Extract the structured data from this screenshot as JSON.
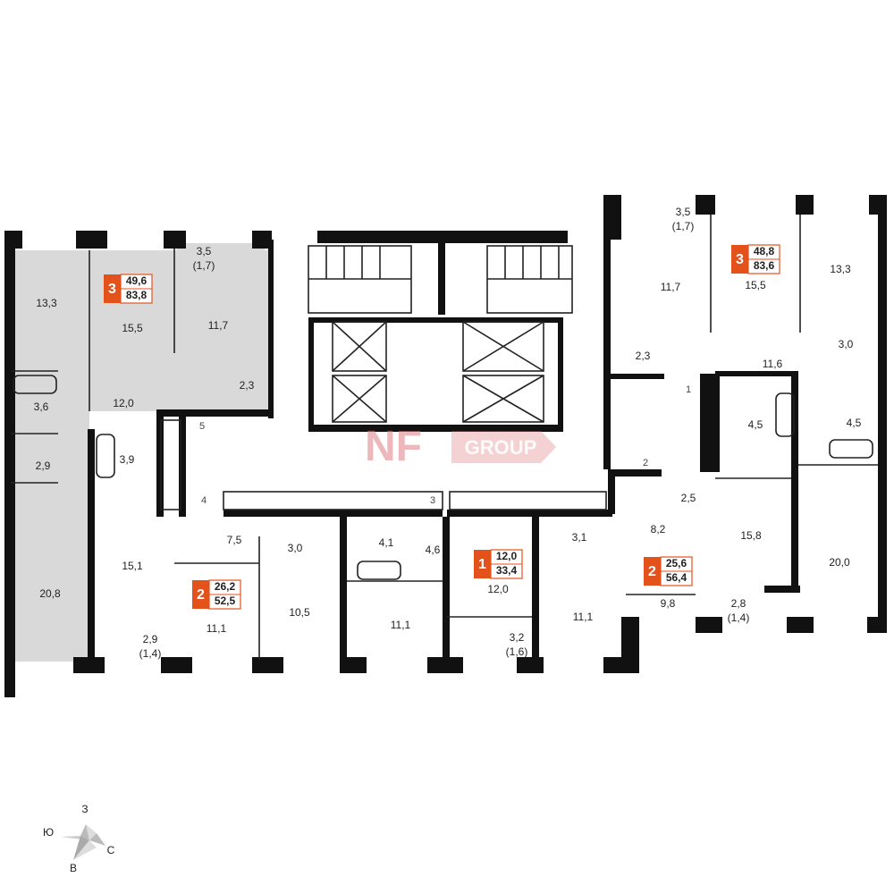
{
  "colors": {
    "accent": "#e4521c",
    "highlight_unit": "#d9d9d9",
    "wall": "#111111",
    "watermark": "#e07f85"
  },
  "watermark": {
    "text": "NF GROUP",
    "mark": "NF",
    "word": "GROUP"
  },
  "compass": {
    "north": "З",
    "west": "Ю",
    "east": "С",
    "south": "В"
  },
  "badges": [
    {
      "rooms": "3",
      "living": "49,6",
      "total": "83,8"
    },
    {
      "rooms": "3",
      "living": "48,8",
      "total": "83,6"
    },
    {
      "rooms": "1",
      "living": "12,0",
      "total": "33,4"
    },
    {
      "rooms": "2",
      "living": "26,2",
      "total": "52,5"
    },
    {
      "rooms": "2",
      "living": "25,6",
      "total": "56,4"
    }
  ],
  "rooms": [
    "13,3",
    "15,5",
    "3,5",
    "(1,7)",
    "11,7",
    "3,6",
    "12,0",
    "2,3",
    "2,9",
    "20,8",
    "3,9",
    "15,1",
    "7,5",
    "3,0",
    "2,9",
    "(1,4)",
    "11,1",
    "10,5",
    "4,1",
    "4,6",
    "11,1",
    "12,0",
    "3,2",
    "(1,6)",
    "3,1",
    "11,1",
    "3,5",
    "(1,7)",
    "11,7",
    "15,5",
    "13,3",
    "2,3",
    "11,6",
    "3,0",
    "4,5",
    "4,5",
    "2,5",
    "8,2",
    "15,8",
    "9,8",
    "2,8",
    "(1,4)",
    "20,0"
  ],
  "door_numbers": [
    "1",
    "2",
    "3",
    "4",
    "5"
  ],
  "icons": [
    "compass-rose-icon",
    "elevator-icon",
    "stairs-icon",
    "bathtub-icon",
    "toilet-icon",
    "stove-icon"
  ]
}
